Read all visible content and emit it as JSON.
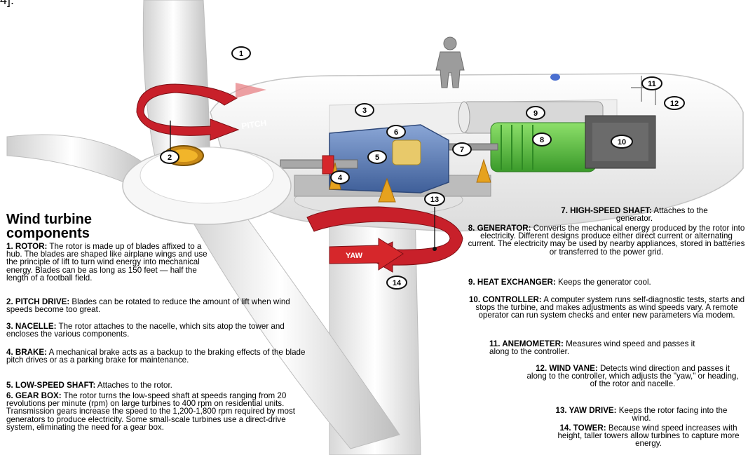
{
  "page": {
    "top_fragment": "4]."
  },
  "diagram": {
    "heading_line1": "Wind turbine",
    "heading_line2": "components",
    "arrow_labels": {
      "pitch": "PITCH",
      "yaw": "YAW"
    },
    "callouts": [
      "1",
      "2",
      "3",
      "4",
      "5",
      "6",
      "7",
      "8",
      "9",
      "10",
      "11",
      "12",
      "13",
      "14"
    ],
    "colors": {
      "arrow_red": "#c8202a",
      "gear_blue": "#5f7fb8",
      "generator_green": "#5fbf3f",
      "controller_gray": "#5c5c5c",
      "yaw_orange": "#e6a21e",
      "nacelle_white": "#f4f4f4"
    }
  },
  "components": [
    {
      "name": "1. ROTOR:",
      "text": "The rotor is made up of blades affixed to a hub. The blades are shaped like airplane wings and use the principle of lift to turn wind energy into mechanical energy. Blades can be as long as 150 feet — half the length of a football field."
    },
    {
      "name": "2. PITCH DRIVE:",
      "text": "Blades can be rotated to reduce the amount of lift when wind speeds become too great."
    },
    {
      "name": "3. NACELLE:",
      "text": "The rotor attaches to the nacelle, which sits atop the tower and encloses the various components."
    },
    {
      "name": "4. BRAKE:",
      "text": "A mechanical brake acts as a backup to the braking effects of the blade pitch drives or as a parking brake for maintenance."
    },
    {
      "name": "5. LOW-SPEED SHAFT:",
      "text": "Attaches to the rotor."
    },
    {
      "name": "6. GEAR BOX:",
      "text": "The rotor turns the low-speed shaft at speeds ranging from 20 revolutions per minute (rpm) on large turbines to 400 rpm on residential units. Transmission gears increase the speed to the 1,200-1,800 rpm required by most generators to produce electricity. Some small-scale turbines use a direct-drive system, eliminating the need for a gear box."
    },
    {
      "name": "7. HIGH-SPEED SHAFT:",
      "text": "Attaches to the generator."
    },
    {
      "name": "8. GENERATOR:",
      "text": "Converts the mechanical energy produced by the rotor into electricity. Different designs produce either direct current or alternating current. The electricity may be used by nearby appliances, stored in batteries or transferred to the power grid."
    },
    {
      "name": "9. HEAT EXCHANGER:",
      "text": "Keeps the generator cool."
    },
    {
      "name": "10. CONTROLLER:",
      "text": "A computer system runs self-diagnostic tests, starts and stops the turbine, and makes adjustments as wind speeds vary. A remote operator can run system checks and enter new parameters via modem."
    },
    {
      "name": "11. ANEMOMETER:",
      "text": "Measures wind speed and passes it along to the controller."
    },
    {
      "name": "12. WIND VANE:",
      "text": "Detects wind direction and passes it along to the controller, which adjusts the \"yaw,\" or heading, of the rotor and nacelle."
    },
    {
      "name": "13. YAW DRIVE:",
      "text": "Keeps the rotor facing into the wind."
    },
    {
      "name": "14. TOWER:",
      "text": "Because wind speed increases with height, taller towers allow turbines to capture more energy."
    }
  ]
}
